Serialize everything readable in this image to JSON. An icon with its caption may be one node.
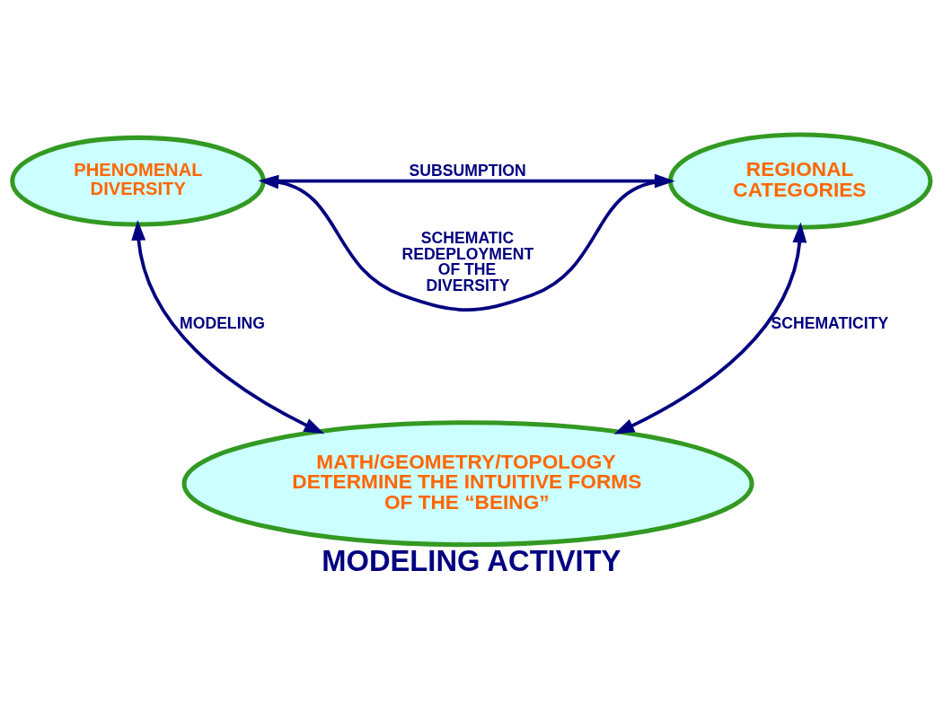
{
  "diagram": {
    "caption": "MODELING ACTIVITY",
    "nodes": [
      {
        "text": [
          "PHENOMENAL DIVERSITY"
        ]
      },
      {
        "text": [
          "REGIONAL CATEGORIES"
        ]
      },
      {
        "text": [
          "MATH/GEOMETRY/TOPOLOGY DETERMINE THE INTUITIVE FORMS OF THE “BEING”"
        ]
      }
    ],
    "edges": [
      {
        "from": 0,
        "to": 1,
        "arrow": "to",
        "label": "SUBSUMPTION"
      },
      {
        "from": 1,
        "to": 0,
        "arrow": "to",
        "label": "SCHEMATIC REDEPLOYMENT OF THE DIVERSITY"
      },
      {
        "from": 0,
        "to": 2,
        "arrow": "both",
        "label": "MODELING"
      },
      {
        "from": 1,
        "to": 2,
        "arrow": "both",
        "label": "SCHEMATICITY"
      }
    ]
  }
}
